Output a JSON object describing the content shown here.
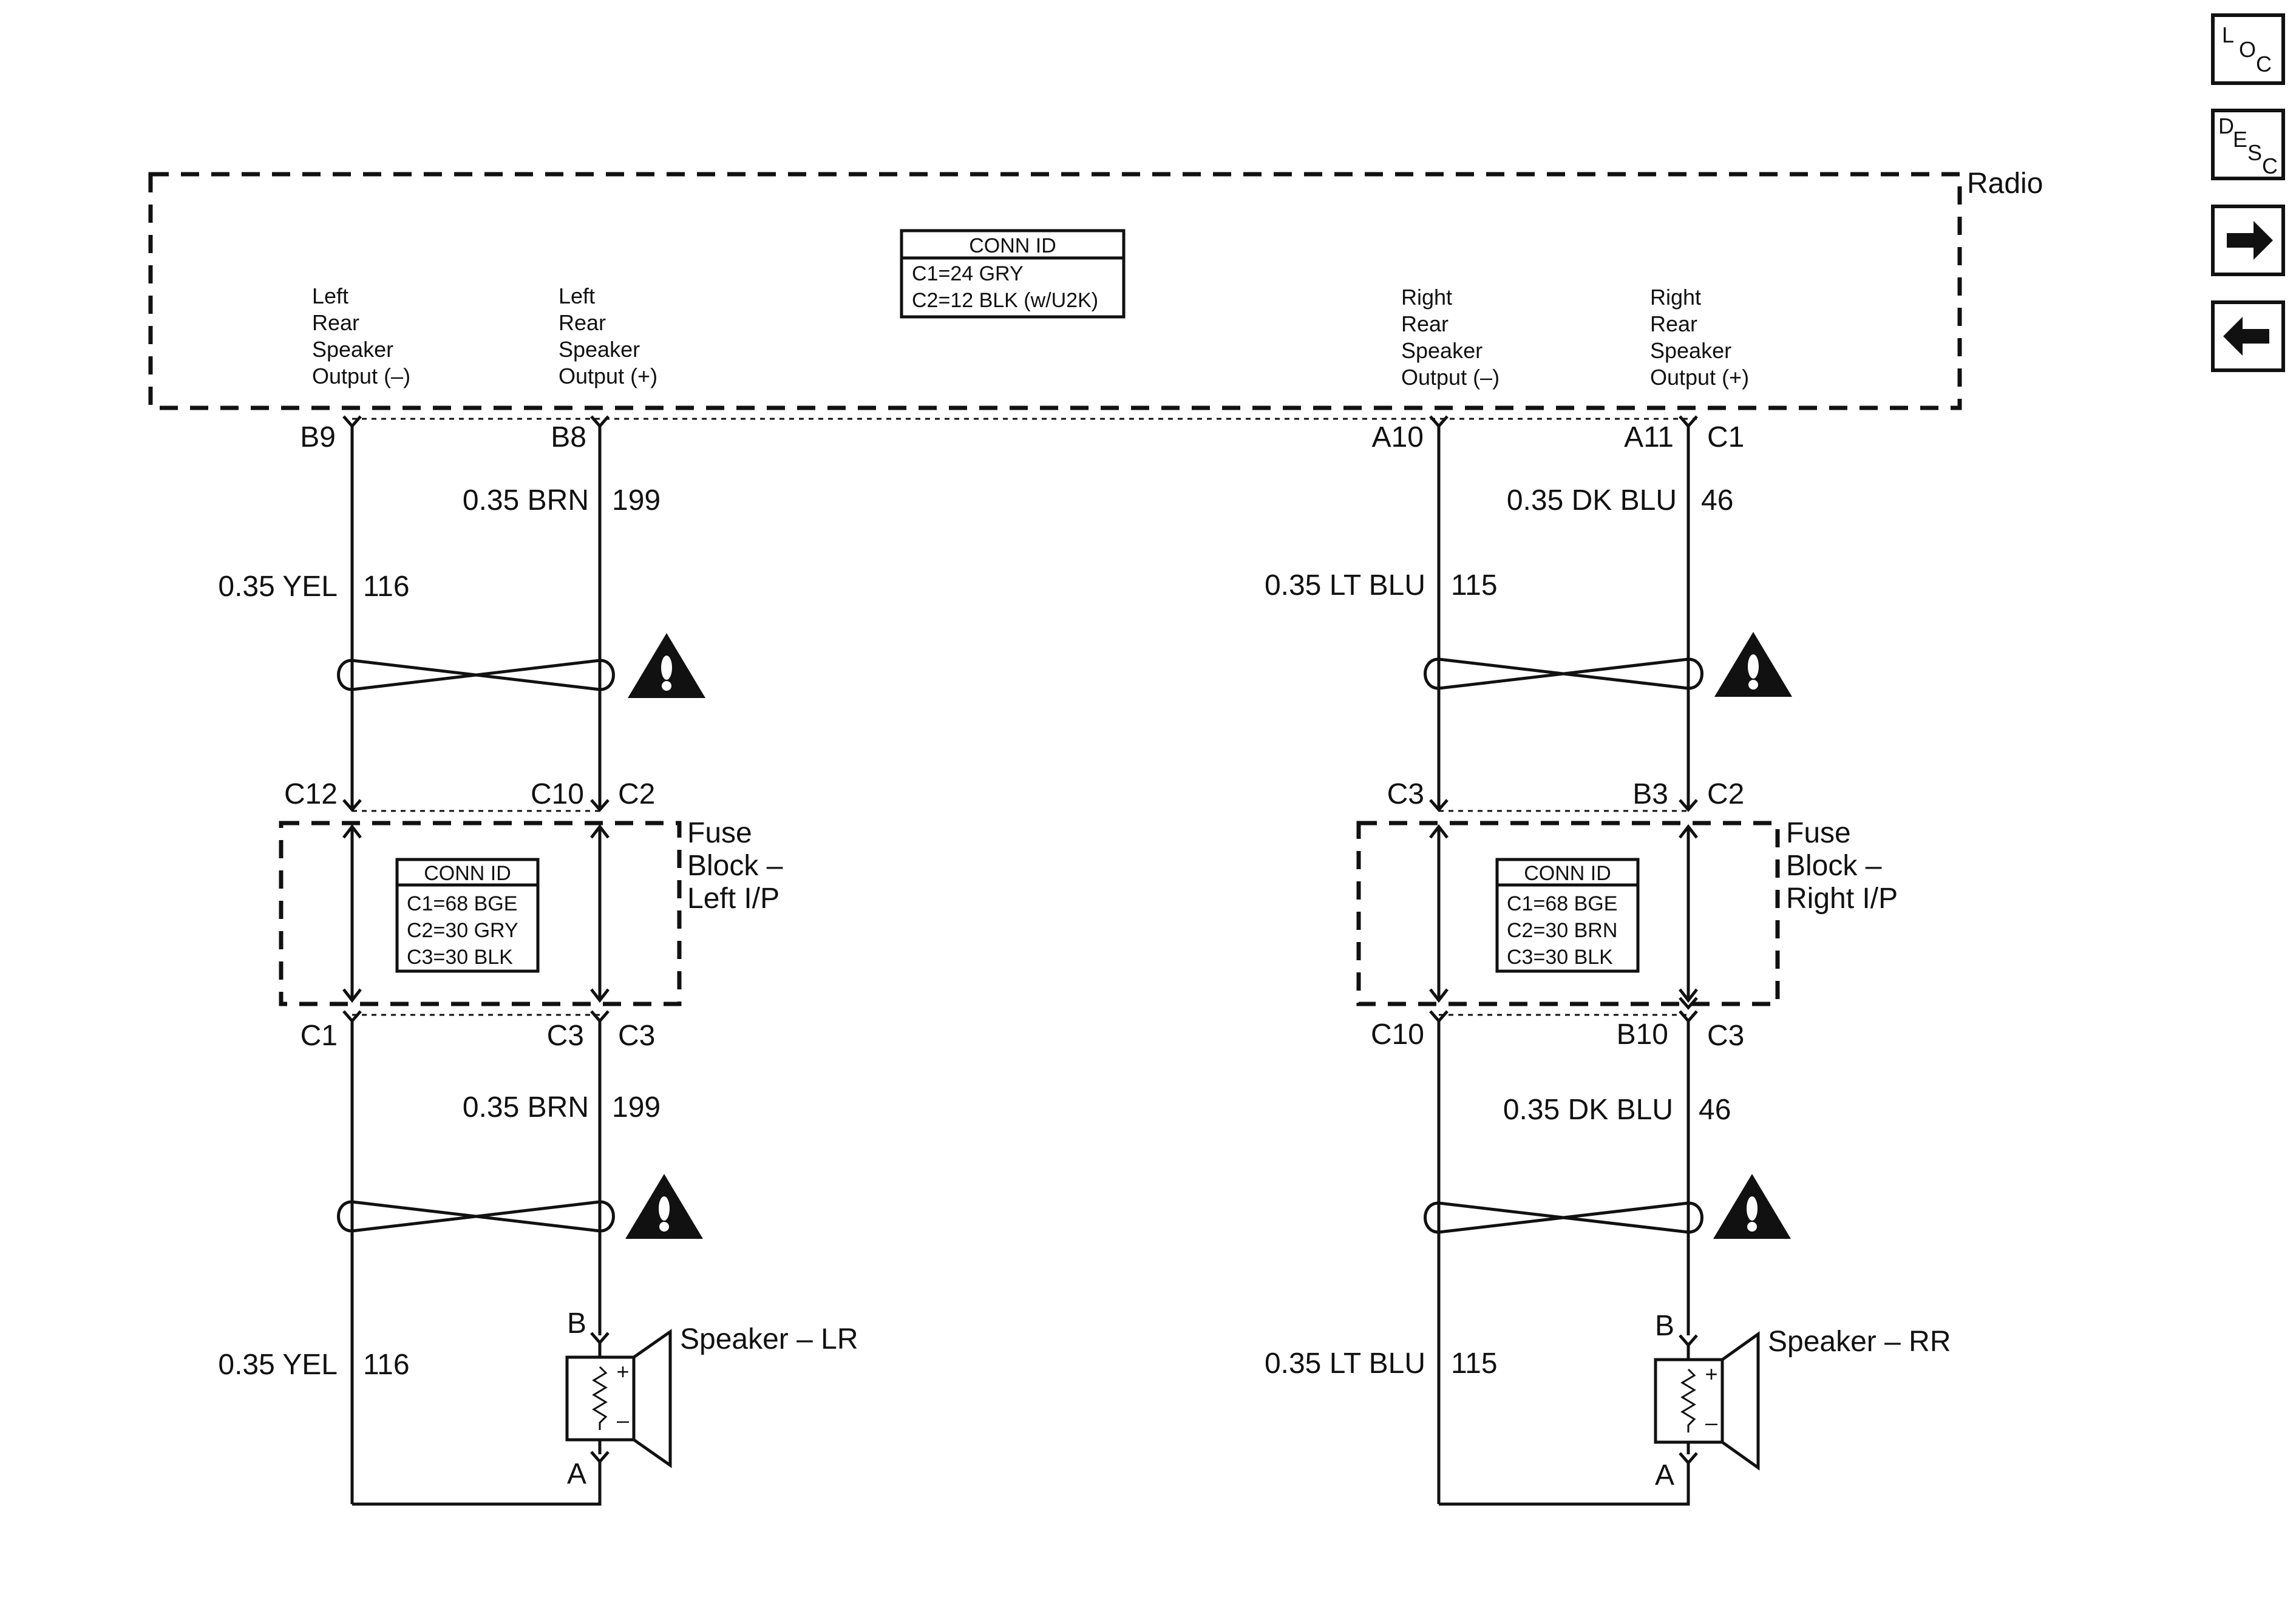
{
  "radio": {
    "title": "Radio",
    "conn_id": {
      "header": "CONN ID",
      "lines": [
        "C1=24 GRY",
        "C2=12 BLK (w/U2K)"
      ]
    },
    "outputs": {
      "left_minus": [
        "Left",
        "Rear",
        "Speaker",
        "Output (–)"
      ],
      "left_plus": [
        "Left",
        "Rear",
        "Speaker",
        "Output (+)"
      ],
      "right_minus": [
        "Right",
        "Rear",
        "Speaker",
        "Output (–)"
      ],
      "right_plus": [
        "Right",
        "Rear",
        "Speaker",
        "Output (+)"
      ]
    }
  },
  "left_fuse_block": {
    "title": [
      "Fuse",
      "Block –",
      "Left I/P"
    ],
    "conn_id": {
      "header": "CONN ID",
      "lines": [
        "C1=68 BGE",
        "C2=30 GRY",
        "C3=30 BLK"
      ]
    }
  },
  "right_fuse_block": {
    "title": [
      "Fuse",
      "Block –",
      "Right I/P"
    ],
    "conn_id": {
      "header": "CONN ID",
      "lines": [
        "C1=68 BGE",
        "C2=30 BRN",
        "C3=30 BLK"
      ]
    }
  },
  "pins": {
    "radio_b9": "B9",
    "radio_b8": "B8",
    "radio_a10": "A10",
    "radio_a11": "A11",
    "radio_c1": "C1",
    "lfb_top_c12": "C12",
    "lfb_top_c10": "C10",
    "lfb_top_c2": "C2",
    "lfb_bot_c1": "C1",
    "lfb_bot_c3a": "C3",
    "lfb_bot_c3b": "C3",
    "rfb_top_c3": "C3",
    "rfb_top_b3": "B3",
    "rfb_top_c2": "C2",
    "rfb_bot_c10": "C10",
    "rfb_bot_b10": "B10",
    "rfb_bot_c3": "C3",
    "lr_b": "B",
    "lr_a": "A",
    "rr_b": "B",
    "rr_a": "A"
  },
  "wires": {
    "l_upper_brn": {
      "label": "0.35 BRN",
      "circuit": "199"
    },
    "l_upper_yel": {
      "label": "0.35 YEL",
      "circuit": "116"
    },
    "l_lower_brn": {
      "label": "0.35 BRN",
      "circuit": "199"
    },
    "l_lower_yel": {
      "label": "0.35 YEL",
      "circuit": "116"
    },
    "r_upper_dkblu": {
      "label": "0.35 DK BLU",
      "circuit": "46"
    },
    "r_upper_ltblu": {
      "label": "0.35 LT BLU",
      "circuit": "115"
    },
    "r_lower_dkblu": {
      "label": "0.35 DK BLU",
      "circuit": "46"
    },
    "r_lower_ltblu": {
      "label": "0.35 LT BLU",
      "circuit": "115"
    }
  },
  "speakers": {
    "lr": {
      "title": "Speaker – LR",
      "plus": "+",
      "minus": "–"
    },
    "rr": {
      "title": "Speaker – RR",
      "plus": "+",
      "minus": "–"
    }
  },
  "nav": {
    "loc": [
      "L",
      "O",
      "C"
    ],
    "desc": [
      "D",
      "E",
      "S",
      "C"
    ],
    "forward_icon": "arrow-right-icon",
    "back_icon": "arrow-left-icon"
  },
  "warning_icon": "warning-icon"
}
